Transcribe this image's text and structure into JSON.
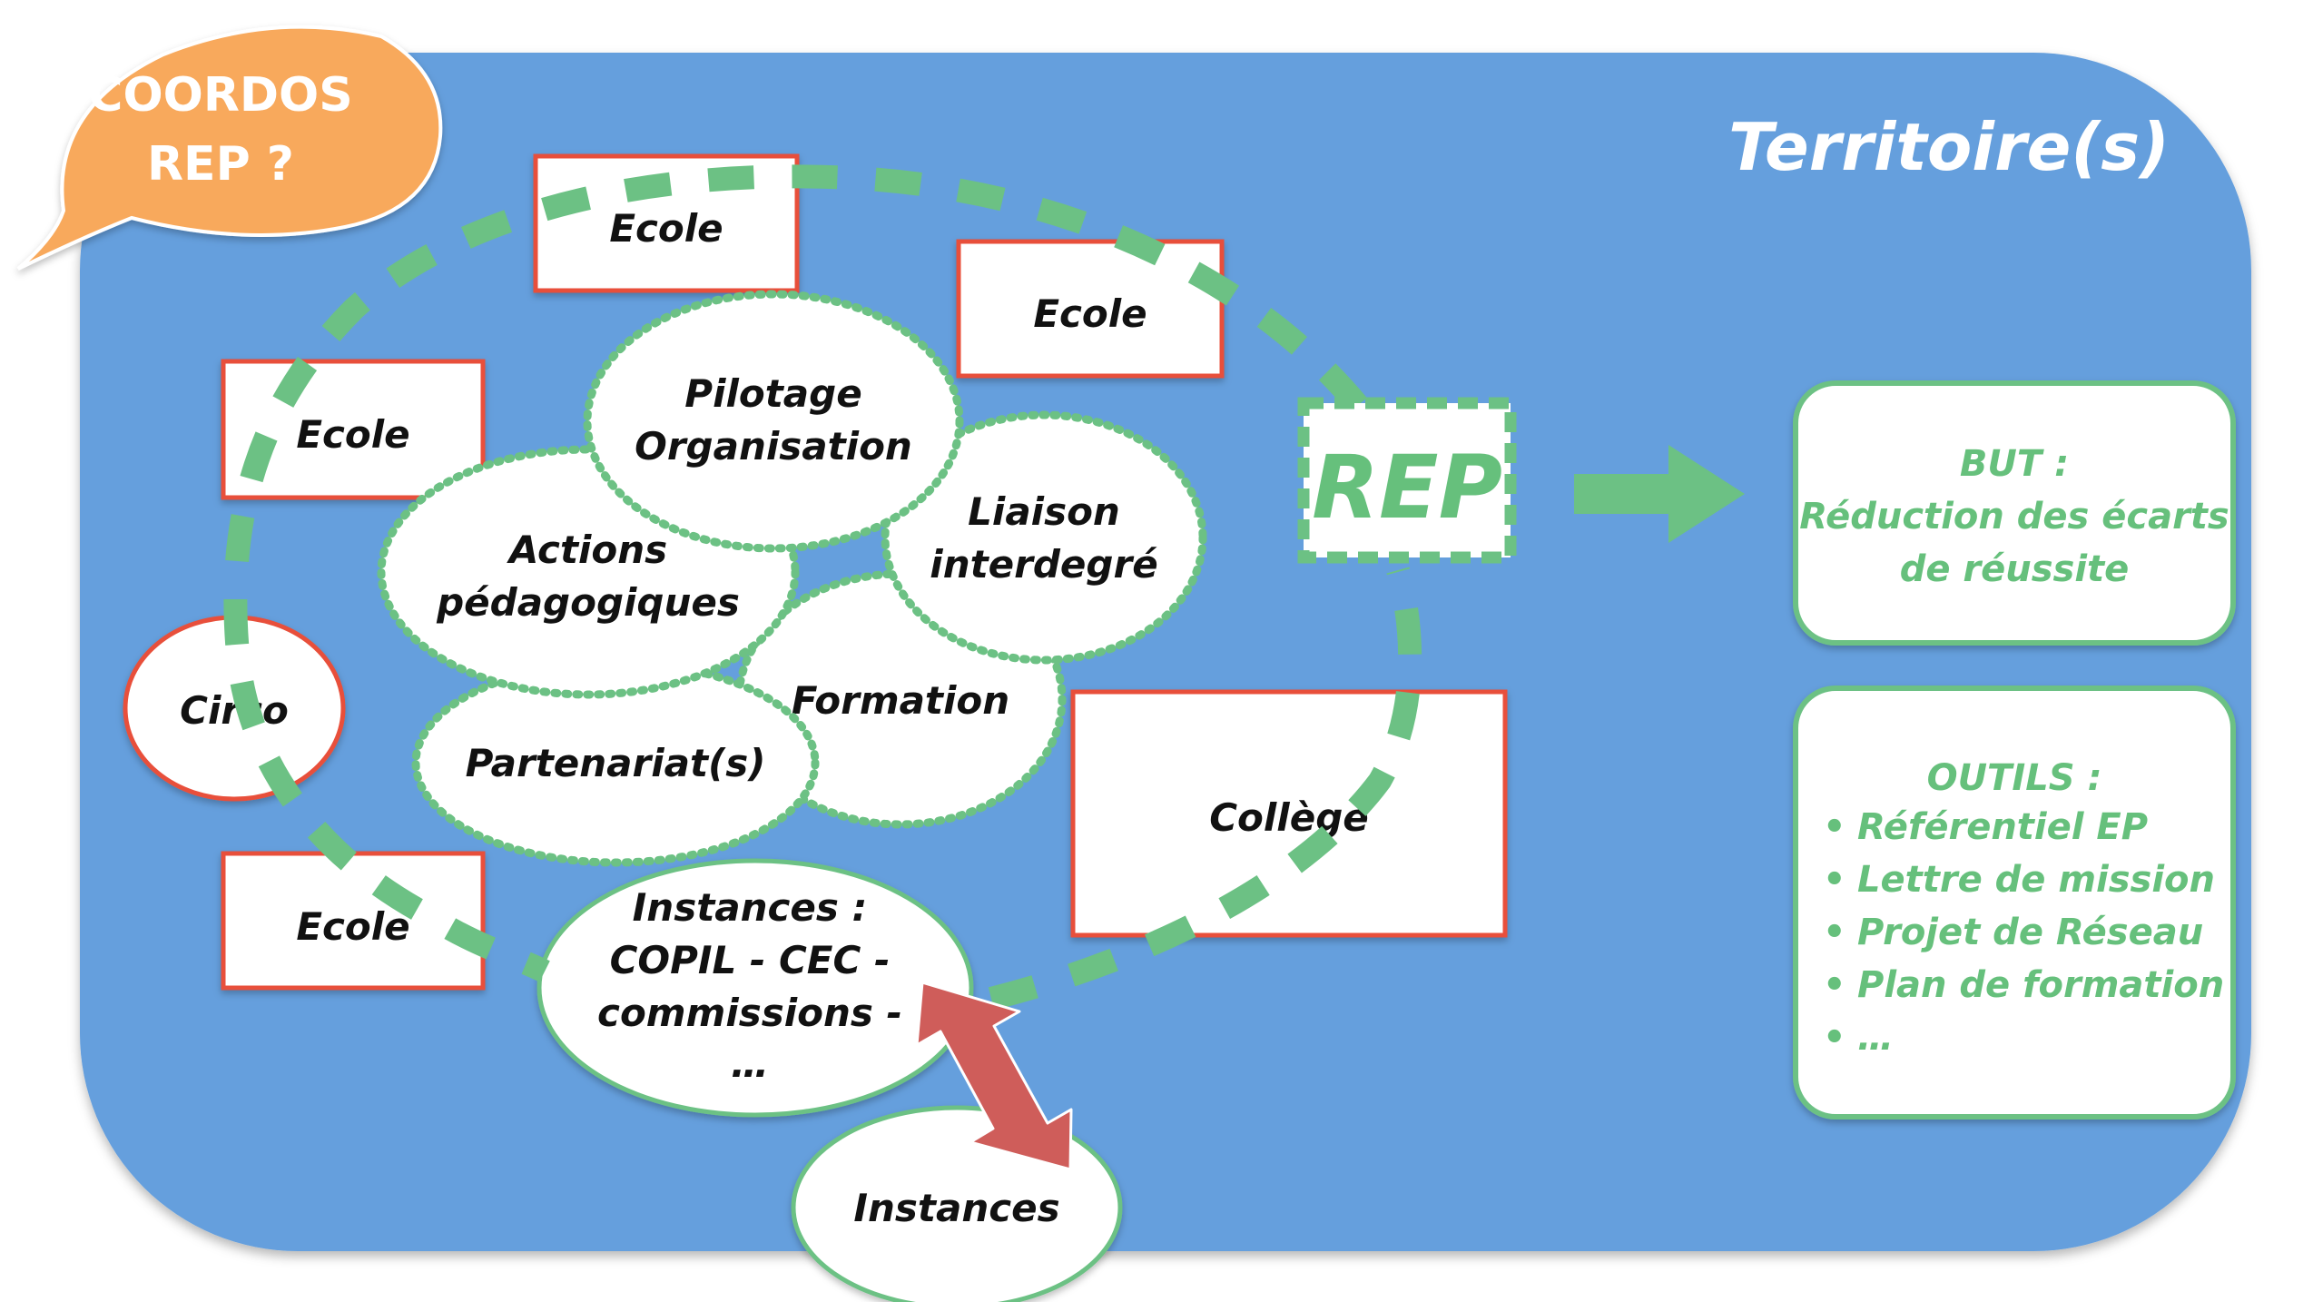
{
  "territory": {
    "label": "Territoire(s)"
  },
  "bubble": {
    "line1": "COORDOS",
    "line2": "REP ?"
  },
  "schools": {
    "school_top": "Ecole",
    "school_top_right": "Ecole",
    "school_left": "Ecole",
    "school_bottom": "Ecole"
  },
  "college": "Collège",
  "circo": "Circo",
  "rep": "REP",
  "themes": {
    "pilotage_1": "Pilotage",
    "pilotage_2": "Organisation",
    "actions_1": "Actions",
    "actions_2": "pédagogiques",
    "liaison_1": "Liaison",
    "liaison_2": "interdegré",
    "formation": "Formation",
    "partenariat": "Partenariat(s)"
  },
  "instances": {
    "line1": "Instances :",
    "line2": "COPIL - CEC -",
    "line3": "commissions -",
    "line4": "…",
    "external": "Instances"
  },
  "goal": {
    "title": "BUT :",
    "line1": "Réduction des écarts",
    "line2": "de réussite"
  },
  "tools": {
    "title": "OUTILS :",
    "items": [
      "Référentiel EP",
      "Lettre de mission",
      "Projet de Réseau",
      "Plan de formation",
      "…"
    ]
  },
  "colors": {
    "territory_blue": "#659fdd",
    "dash_green": "#6cc184",
    "box_red": "#e8503a",
    "bubble_orange": "#f8a95c",
    "arrow_red": "#cf5d5a"
  }
}
